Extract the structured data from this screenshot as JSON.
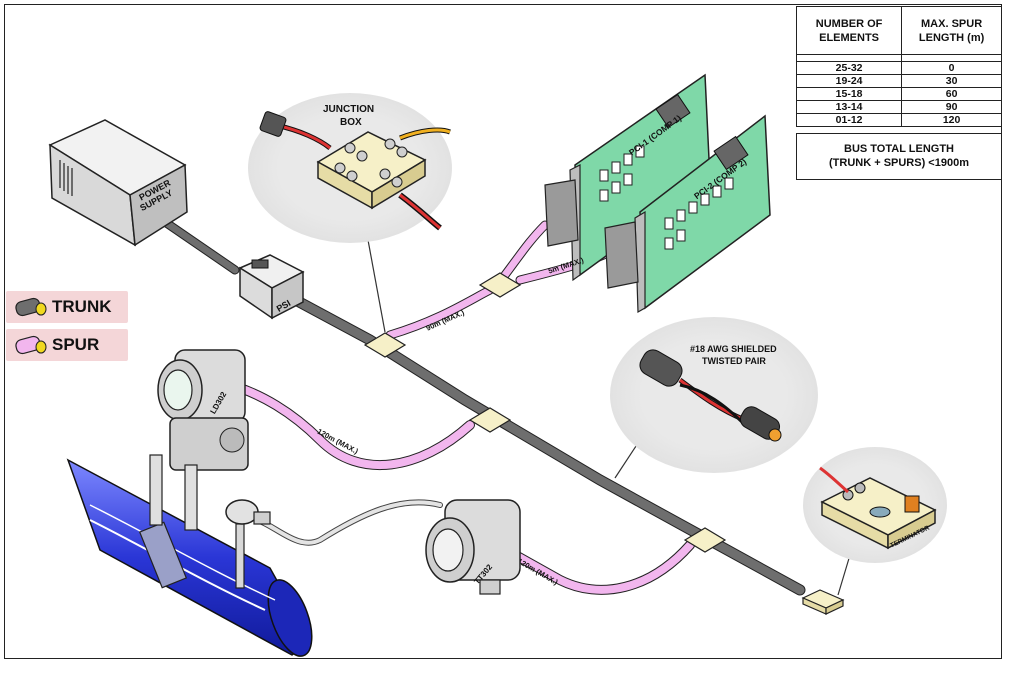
{
  "table": {
    "header_elements": "NUMBER OF ELEMENTS",
    "header_spur": "MAX. SPUR LENGTH (m)",
    "rows": [
      {
        "elements": "25-32",
        "spur": "0"
      },
      {
        "elements": "19-24",
        "spur": "30"
      },
      {
        "elements": "15-18",
        "spur": "60"
      },
      {
        "elements": "13-14",
        "spur": "90"
      },
      {
        "elements": "01-12",
        "spur": "120"
      }
    ],
    "bus_total_line1": "BUS TOTAL LENGTH",
    "bus_total_line2": "(TRUNK + SPURS) <1900m"
  },
  "legend": {
    "trunk": "TRUNK",
    "spur": "SPUR"
  },
  "labels": {
    "power_supply_1": "POWER",
    "power_supply_2": "SUPPLY",
    "psi": "PSI",
    "junction_box_1": "JUNCTION",
    "junction_box_2": "BOX",
    "pci_1": "PCI-1 (COMP 1)",
    "pci_2": "PCI-2 (COMP 2)",
    "spur_5m": "5m (MAX.)",
    "spur_90m": "90m (MAX.)",
    "spur_120m_ld": "120m (MAX.)",
    "spur_120m_tt": "120m (MAX.)",
    "cable_1": "#18 AWG SHIELDED",
    "cable_2": "TWISTED PAIR",
    "ld302": "LD302",
    "tt302": "TT302",
    "terminator": "TERMINATOR"
  },
  "colors": {
    "trunk": "#6e6e6e",
    "spur": "#f2b6ee",
    "board": "#7fd8a8",
    "pipe": "#2f3fd8",
    "legend_bg": "#f4d6d8"
  }
}
